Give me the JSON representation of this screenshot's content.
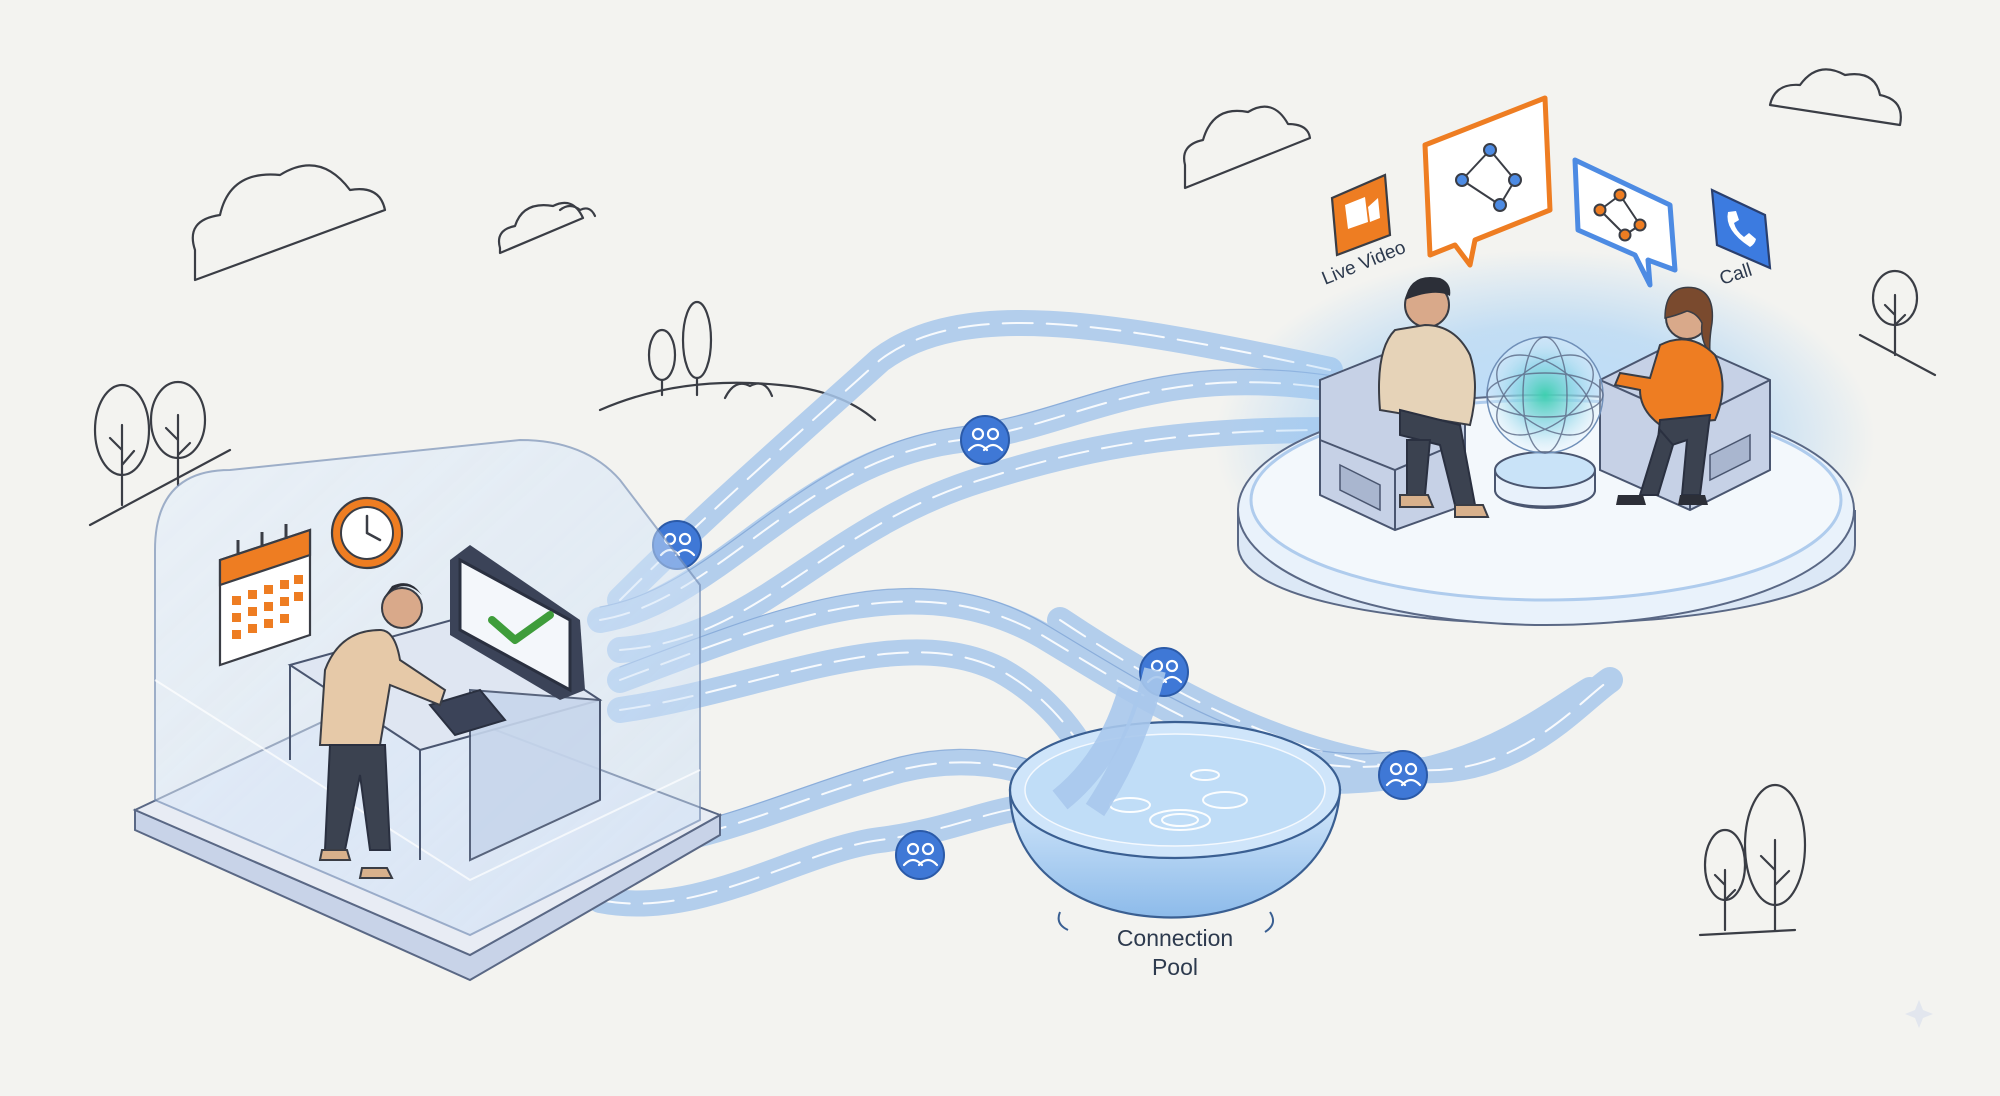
{
  "labels": {
    "live_video": "Live Video",
    "call": "Call",
    "pool_line1": "Connection",
    "pool_line2": "Pool"
  },
  "colors": {
    "background": "#f3f3f0",
    "accent_orange": "#ee7d22",
    "accent_blue": "#3c7be0",
    "stream_blue": "#a9c8ec",
    "glow_blue": "#8ec3f4",
    "outline": "#3a3d45",
    "check_green": "#3f9d3b"
  },
  "icons": {
    "calendar": "calendar-icon",
    "clock": "clock-icon",
    "monitor": "monitor-check-icon",
    "video": "video-camera-icon",
    "call": "phone-icon",
    "chat": "chat-network-icon",
    "connection": "people-connection-icon"
  }
}
